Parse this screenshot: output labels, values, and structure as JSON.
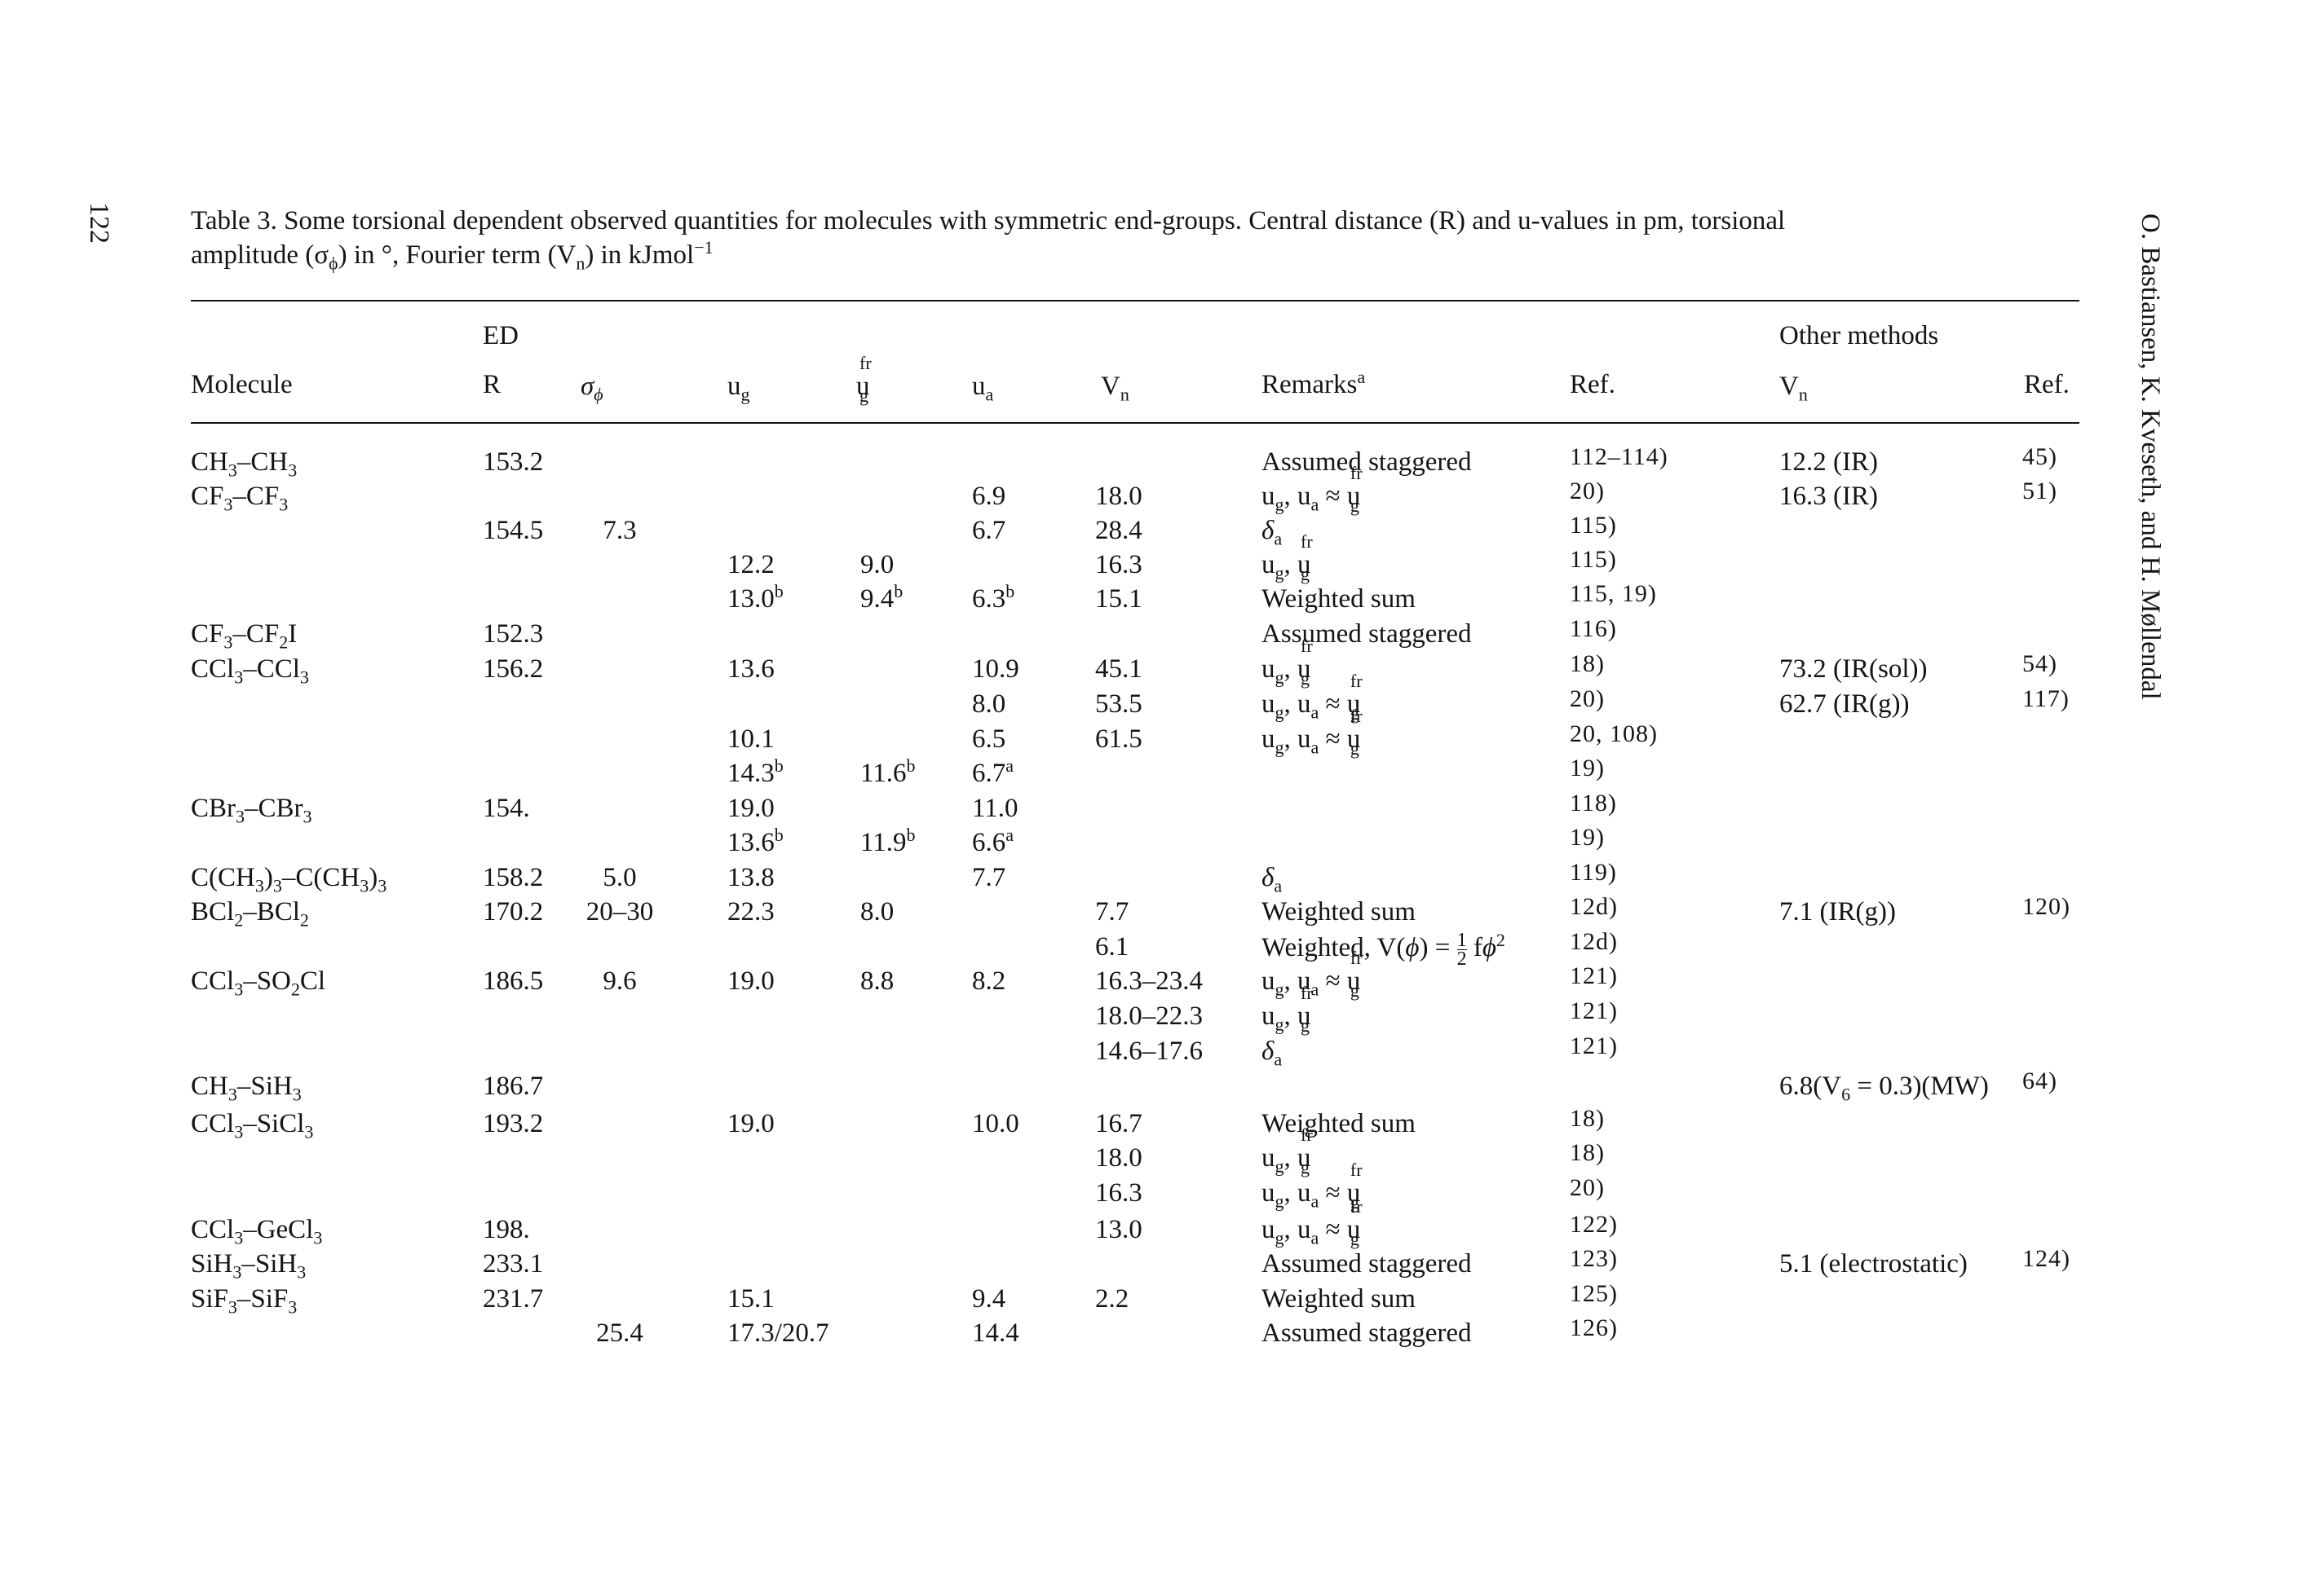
{
  "page_number": "122",
  "side_authors": "O. Bastiansen, K. Kveseth, and H. Møllendal",
  "caption": {
    "line1": "Table 3. Some torsional dependent observed quantities for molecules with symmetric end-groups. Central distance (R) and u-values in pm, torsional",
    "line2_prefix": "amplitude (σ",
    "line2_phi": "ϕ",
    "line2_mid": ") in °, Fourier term (V",
    "line2_n": "n",
    "line2_suffix": ") in kJmol",
    "line2_exp": "−1"
  },
  "headers": {
    "ed": "ED",
    "other_methods": "Other methods",
    "molecule": "Molecule",
    "R": "R",
    "sigma": "σ",
    "sigma_sub": "ϕ",
    "ug": "u",
    "ug_sub": "g",
    "ugfr": "u",
    "ugfr_sub": "g",
    "ugfr_sup": "fr",
    "ua": "u",
    "ua_sub": "a",
    "vn": "V",
    "vn_sub": "n",
    "remarks": "Remarks",
    "remarks_sup": "a",
    "ref": "Ref.",
    "vn2": "V",
    "vn2_sub": "n",
    "ref2": "Ref."
  },
  "rows": [
    {
      "molecule": "CH3–CH3",
      "R": "153.2",
      "sigma": "",
      "ug": "",
      "ugfr": "",
      "ua": "",
      "vn": "",
      "remarks": "Assumed staggered",
      "ref": "112–114)",
      "other_vn": "12.2 (IR)",
      "other_ref": "45)"
    },
    {
      "molecule": "CF3–CF3",
      "R": "",
      "sigma": "",
      "ug": "",
      "ugfr": "",
      "ua": "6.9",
      "vn": "18.0",
      "remarks": "ug, ua ≈ ugfr",
      "ref": "20)",
      "other_vn": "16.3 (IR)",
      "other_ref": "51)"
    },
    {
      "molecule": "",
      "R": "154.5",
      "sigma": "7.3",
      "ug": "",
      "ugfr": "",
      "ua": "6.7",
      "vn": "28.4",
      "remarks": "δa",
      "ref": "115)",
      "other_vn": "",
      "other_ref": ""
    },
    {
      "molecule": "",
      "R": "",
      "sigma": "",
      "ug": "12.2",
      "ugfr": "9.0",
      "ua": "",
      "vn": "16.3",
      "remarks": "ug, ugfr",
      "ref": "115)",
      "other_vn": "",
      "other_ref": ""
    },
    {
      "molecule": "",
      "R": "",
      "sigma": "",
      "ug": "13.0b",
      "ugfr": "9.4b",
      "ua": "6.3b",
      "vn": "15.1",
      "remarks": "Weighted sum",
      "ref": "115, 19)",
      "other_vn": "",
      "other_ref": ""
    },
    {
      "molecule": "CF3–CF2I",
      "R": "152.3",
      "sigma": "",
      "ug": "",
      "ugfr": "",
      "ua": "",
      "vn": "",
      "remarks": "Assumed staggered",
      "ref": "116)",
      "other_vn": "",
      "other_ref": ""
    },
    {
      "molecule": "CCl3–CCl3",
      "R": "156.2",
      "sigma": "",
      "ug": "13.6",
      "ugfr": "",
      "ua": "10.9",
      "vn": "45.1",
      "remarks": "ug, ugfr",
      "ref": "18)",
      "other_vn": "73.2 (IR(sol))",
      "other_ref": "54)"
    },
    {
      "molecule": "",
      "R": "",
      "sigma": "",
      "ug": "",
      "ugfr": "",
      "ua": "8.0",
      "vn": "53.5",
      "remarks": "ug, ua ≈ ugfr",
      "ref": "20)",
      "other_vn": "62.7 (IR(g))",
      "other_ref": "117)"
    },
    {
      "molecule": "",
      "R": "",
      "sigma": "",
      "ug": "10.1",
      "ugfr": "",
      "ua": "6.5",
      "vn": "61.5",
      "remarks": "ug, ua ≈ ugfr",
      "ref": "20, 108)",
      "other_vn": "",
      "other_ref": ""
    },
    {
      "molecule": "",
      "R": "",
      "sigma": "",
      "ug": "14.3b",
      "ugfr": "11.6b",
      "ua": "6.7a",
      "vn": "",
      "remarks": "",
      "ref": "19)",
      "other_vn": "",
      "other_ref": ""
    },
    {
      "molecule": "CBr3–CBr3",
      "R": "154.",
      "sigma": "",
      "ug": "19.0",
      "ugfr": "",
      "ua": "11.0",
      "vn": "",
      "remarks": "",
      "ref": "118)",
      "other_vn": "",
      "other_ref": ""
    },
    {
      "molecule": "",
      "R": "",
      "sigma": "",
      "ug": "13.6b",
      "ugfr": "11.9b",
      "ua": "6.6a",
      "vn": "",
      "remarks": "",
      "ref": "19)",
      "other_vn": "",
      "other_ref": ""
    },
    {
      "molecule": "C(CH3)3–C(CH3)3",
      "R": "158.2",
      "sigma": "5.0",
      "ug": "13.8",
      "ugfr": "",
      "ua": "7.7",
      "vn": "",
      "remarks": "δa",
      "ref": "119)",
      "other_vn": "",
      "other_ref": ""
    },
    {
      "molecule": "BCl2–BCl2",
      "R": "170.2",
      "sigma": "20–30",
      "ug": "22.3",
      "ugfr": "8.0",
      "ua": "",
      "vn": "7.7",
      "remarks": "Weighted sum",
      "ref": "12d)",
      "other_vn": "7.1 (IR(g))",
      "other_ref": "120)"
    },
    {
      "molecule": "",
      "R": "",
      "sigma": "",
      "ug": "",
      "ugfr": "",
      "ua": "",
      "vn": "6.1",
      "remarks": "Weighted, V(ϕ) = ½ fϕ²",
      "ref": "12d)",
      "other_vn": "",
      "other_ref": ""
    },
    {
      "molecule": "CCl3–SO2Cl",
      "R": "186.5",
      "sigma": "9.6",
      "ug": "19.0",
      "ugfr": "8.8",
      "ua": "8.2",
      "vn": "16.3–23.4",
      "remarks": "ug, ua ≈ ugfr",
      "ref": "121)",
      "other_vn": "",
      "other_ref": ""
    },
    {
      "molecule": "",
      "R": "",
      "sigma": "",
      "ug": "",
      "ugfr": "",
      "ua": "",
      "vn": "18.0–22.3",
      "remarks": "ug, ugfr",
      "ref": "121)",
      "other_vn": "",
      "other_ref": ""
    },
    {
      "molecule": "",
      "R": "",
      "sigma": "",
      "ug": "",
      "ugfr": "",
      "ua": "",
      "vn": "14.6–17.6",
      "remarks": "δa",
      "ref": "121)",
      "other_vn": "",
      "other_ref": ""
    },
    {
      "molecule": "CH3–SiH3",
      "R": "186.7",
      "sigma": "",
      "ug": "",
      "ugfr": "",
      "ua": "",
      "vn": "",
      "remarks": "",
      "ref": "",
      "other_vn": "6.8(V6 = 0.3)(MW)",
      "other_ref": "64)"
    },
    {
      "molecule": "CCl3–SiCl3",
      "R": "193.2",
      "sigma": "",
      "ug": "19.0",
      "ugfr": "",
      "ua": "10.0",
      "vn": "16.7",
      "remarks": "Weighted sum",
      "ref": "18)",
      "other_vn": "",
      "other_ref": ""
    },
    {
      "molecule": "",
      "R": "",
      "sigma": "",
      "ug": "",
      "ugfr": "",
      "ua": "",
      "vn": "18.0",
      "remarks": "ug, ugfr",
      "ref": "18)",
      "other_vn": "",
      "other_ref": ""
    },
    {
      "molecule": "",
      "R": "",
      "sigma": "",
      "ug": "",
      "ugfr": "",
      "ua": "",
      "vn": "16.3",
      "remarks": "ug, ua ≈ ugfr",
      "ref": "20)",
      "other_vn": "",
      "other_ref": ""
    },
    {
      "molecule": "CCl3–GeCl3",
      "R": "198.",
      "sigma": "",
      "ug": "",
      "ugfr": "",
      "ua": "",
      "vn": "13.0",
      "remarks": "ug, ua ≈ ugfr",
      "ref": "122)",
      "other_vn": "",
      "other_ref": ""
    },
    {
      "molecule": "SiH3–SiH3",
      "R": "233.1",
      "sigma": "",
      "ug": "",
      "ugfr": "",
      "ua": "",
      "vn": "",
      "remarks": "Assumed staggered",
      "ref": "123)",
      "other_vn": "5.1 (electrostatic)",
      "other_ref": "124)"
    },
    {
      "molecule": "SiF3–SiF3",
      "R": "231.7",
      "sigma": "",
      "ug": "15.1",
      "ugfr": "",
      "ua": "9.4",
      "vn": "2.2",
      "remarks": "Weighted sum",
      "ref": "125)",
      "other_vn": "",
      "other_ref": ""
    },
    {
      "molecule": "",
      "R": "",
      "sigma": "25.4",
      "ug": "17.3/20.7",
      "ugfr": "",
      "ua": "14.4",
      "vn": "",
      "remarks": "Assumed staggered",
      "ref": "126)",
      "other_vn": "",
      "other_ref": ""
    }
  ]
}
